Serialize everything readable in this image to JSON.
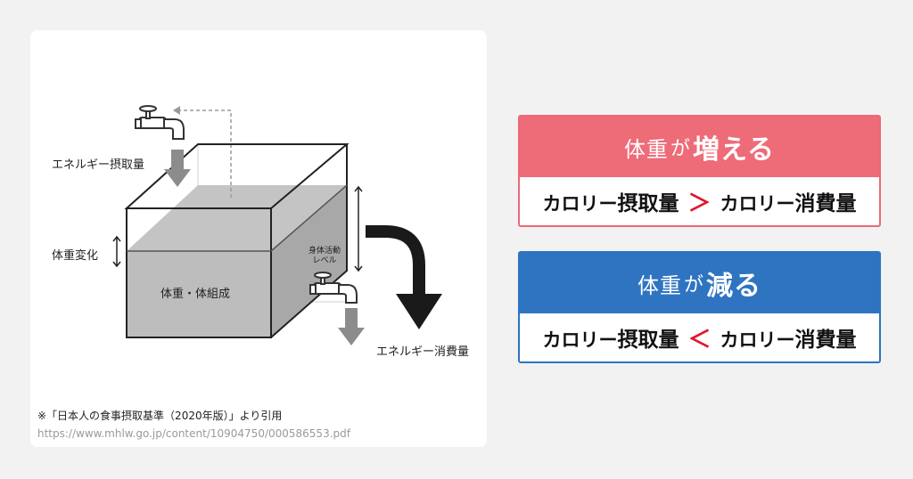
{
  "diagram": {
    "intake_label": "エネルギー摂取量",
    "weight_change_label": "体重変化",
    "tank_label": "体重・体組成",
    "activity_label_line1": "身体活動",
    "activity_label_line2": "レベル",
    "expenditure_label": "エネルギー消費量",
    "citation": "※「日本人の食事摂取基準（2020年版）」より引用",
    "citation_url": "https://www.mhlw.go.jp/content/10904750/000586553.pdf"
  },
  "increase_card": {
    "head_prefix": "体重",
    "head_particle": "が",
    "head_emph": "増える",
    "left_term": "カロリー摂取量",
    "symbol": "＞",
    "right_term": "カロリー消費量",
    "color": "#ee6b78"
  },
  "decrease_card": {
    "head_prefix": "体重",
    "head_particle": "が",
    "head_emph": "減る",
    "left_term": "カロリー摂取量",
    "symbol": "＜",
    "right_term": "カロリー消費量",
    "color": "#2f74c1"
  }
}
